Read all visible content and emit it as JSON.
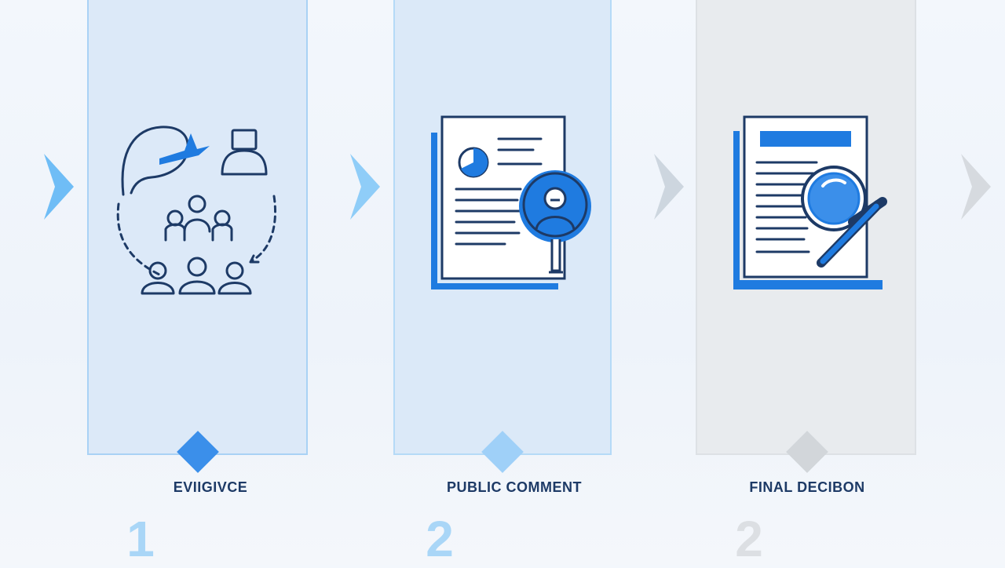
{
  "steps": [
    {
      "label": "EVIIGIVCE",
      "number": "1",
      "icon": "group-discussion-icon",
      "accent": "#3b8fea"
    },
    {
      "label": "PUBLIC COMMENT",
      "number": "2",
      "icon": "document-with-profile-icon",
      "accent": "#9fd0f8"
    },
    {
      "label": "FINAL DECIBON",
      "number": "2",
      "icon": "document-magnifier-icon",
      "accent": "#d2d6da"
    }
  ],
  "colors": {
    "primary_blue": "#1f7be0",
    "dark_navy": "#1d3a66",
    "chevron_blue": "#6fbdf6",
    "chevron_grey": "#cfd4da"
  }
}
